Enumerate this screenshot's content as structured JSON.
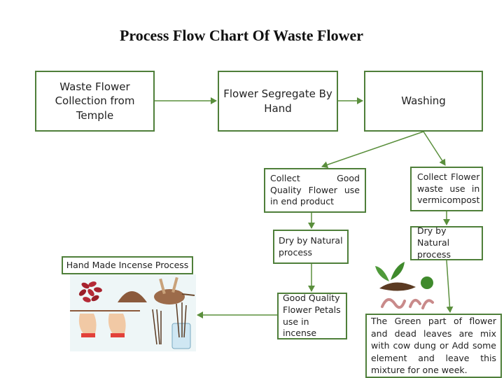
{
  "title": "Process Flow Chart Of Waste Flower",
  "boxes": {
    "collection": "Waste Flower Collection from Temple",
    "segregate": "Flower Segregate By Hand",
    "washing": "Washing",
    "good_quality": "Collect Good Quality Flower use in end product",
    "vermicompost": "Collect Flower waste use in vermicompost",
    "dry_left": "Dry by Natural process",
    "dry_right": "Dry by Natural process",
    "petals": "Good Quality Flower Petals use in incense",
    "compost_mix": "The Green part of flower and dead leaves are mix with cow dung or Add some element and leave this mixture for one week.",
    "hand_made": "Hand Made Incense Process"
  },
  "colors": {
    "border": "#4f7f3a",
    "arrow": "#5a8f3c",
    "illustration_bg": "#eef6f7"
  },
  "icons": [
    "seed-icon",
    "powder-pile-icon",
    "dough-icon",
    "rolling-hands-icon",
    "incense-jar-icon",
    "plant-soil-icon",
    "worms-icon"
  ]
}
